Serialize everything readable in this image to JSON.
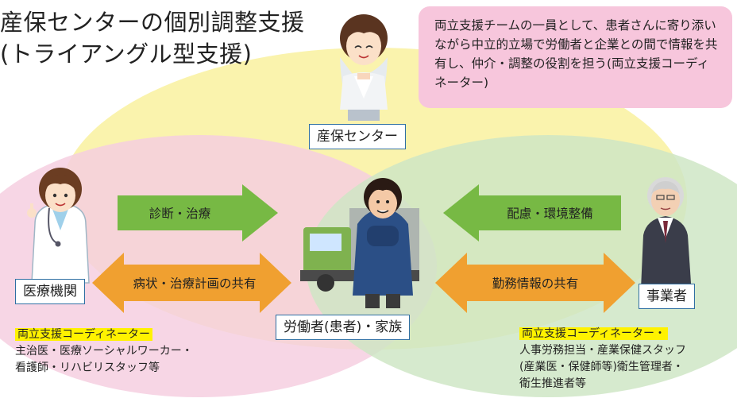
{
  "title_line1": "産保センターの個別調整支援",
  "title_line2": "(トライアングル型支援)",
  "callout_text": "両立支援チームの一員として、患者さんに寄り添いながら中立的立場で労働者と企業との間で情報を共有し、仲介・調整の役割を担う(両立支援コーディネーター)",
  "nodes": {
    "center": "産保センター",
    "medical": "医療機関",
    "employer": "事業者",
    "worker": "労働者(患者)・家族"
  },
  "arrows": {
    "diagnosis": "診断・治療",
    "condition_share": "病状・治療計画の共有",
    "consideration": "配慮・環境整備",
    "work_info_share": "勤務情報の共有"
  },
  "left_note": {
    "heading": "両立支援コーディネーター",
    "line1": "主治医・医療ソーシャルワーカー・",
    "line2": "看護師・リハビリスタッフ等"
  },
  "right_note": {
    "heading": "両立支援コーディネーター・",
    "line1": "人事労務担当・産業保健スタッフ",
    "line2": "(産業医・保健師等)衛生管理者・",
    "line3": "衛生推進者等"
  },
  "colors": {
    "yellow_ellipse": "#f9f2a4",
    "pink_ellipse": "#f6cfe0",
    "green_ellipse": "#cfe6c6",
    "green_arrow": "#77b944",
    "orange_arrow": "#f0a030",
    "callout": "#f7c6dc",
    "box_border": "#2f6fa3",
    "highlight": "#fff200"
  },
  "icons": [
    "staff-woman-icon",
    "doctor-icon",
    "worker-truck-icon",
    "businessman-icon"
  ]
}
